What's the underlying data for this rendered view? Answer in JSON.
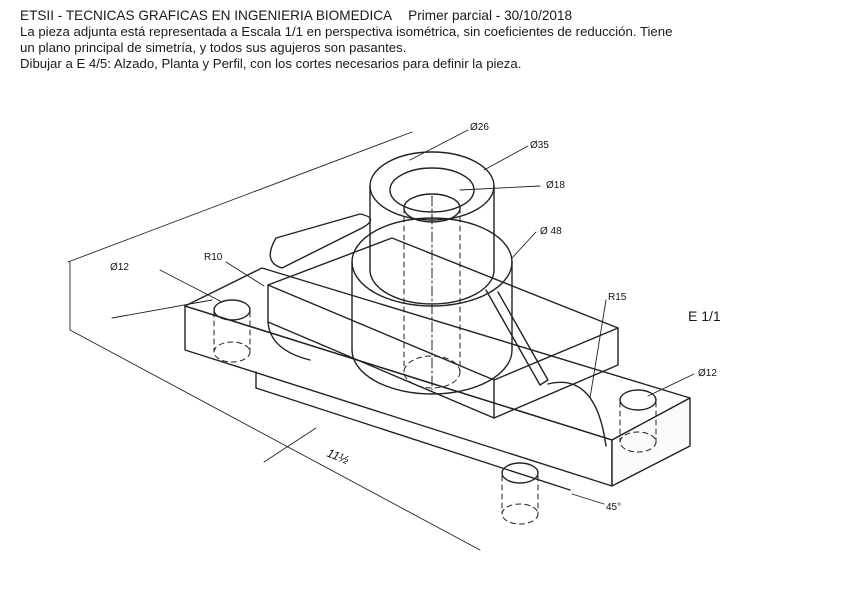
{
  "header": {
    "title": "ETSII - TECNICAS GRAFICAS EN INGENIERIA BIOMEDICA",
    "exam": "Primer parcial - 30/10/2018",
    "line2": "La pieza adjunta está representada a Escala 1/1 en perspectiva isométrica, sin coeficientes de reducción. Tiene",
    "line3": "un plano principal de simetría, y todos sus agujeros son pasantes.",
    "line4": "Dibujar a E 4/5: Alzado, Planta y Perfil, con los cortes necesarios para definir la pieza."
  },
  "dimensions": {
    "d26": "Ø26",
    "d35": "Ø35",
    "d18": "Ø18",
    "d48": "Ø 48",
    "r10": "R10",
    "d12_left": "Ø12",
    "r15": "R15",
    "d12_right": "Ø12",
    "angle": "45°",
    "handwritten": "11½"
  },
  "scale_label": "E 1/1"
}
